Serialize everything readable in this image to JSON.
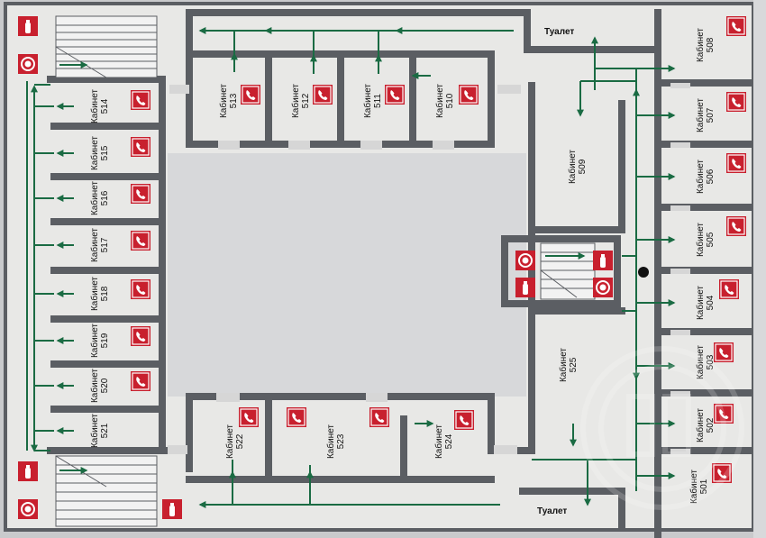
{
  "plan": {
    "room_prefix": "Кабинет",
    "toilet_label": "Туалет",
    "colors": {
      "background": "#e8e8e6",
      "wall": "#5b5e63",
      "route": "#1a6b43",
      "sign_red": "#c8202e",
      "sign_white": "#ffffff"
    },
    "rooms": [
      {
        "num": "513"
      },
      {
        "num": "512"
      },
      {
        "num": "511"
      },
      {
        "num": "510"
      },
      {
        "num": "514"
      },
      {
        "num": "515"
      },
      {
        "num": "516"
      },
      {
        "num": "517"
      },
      {
        "num": "518"
      },
      {
        "num": "519"
      },
      {
        "num": "520"
      },
      {
        "num": "521"
      },
      {
        "num": "509"
      },
      {
        "num": "525"
      },
      {
        "num": "508"
      },
      {
        "num": "507"
      },
      {
        "num": "506"
      },
      {
        "num": "505"
      },
      {
        "num": "504"
      },
      {
        "num": "503"
      },
      {
        "num": "502"
      },
      {
        "num": "501"
      },
      {
        "num": "522"
      },
      {
        "num": "523"
      },
      {
        "num": "524"
      }
    ],
    "toilets": [
      {
        "label": "Туалет"
      },
      {
        "label": "Туалет"
      }
    ],
    "icons": [
      "phone-icon",
      "fire-extinguisher-icon",
      "fire-alarm-icon",
      "you-are-here-marker"
    ]
  }
}
